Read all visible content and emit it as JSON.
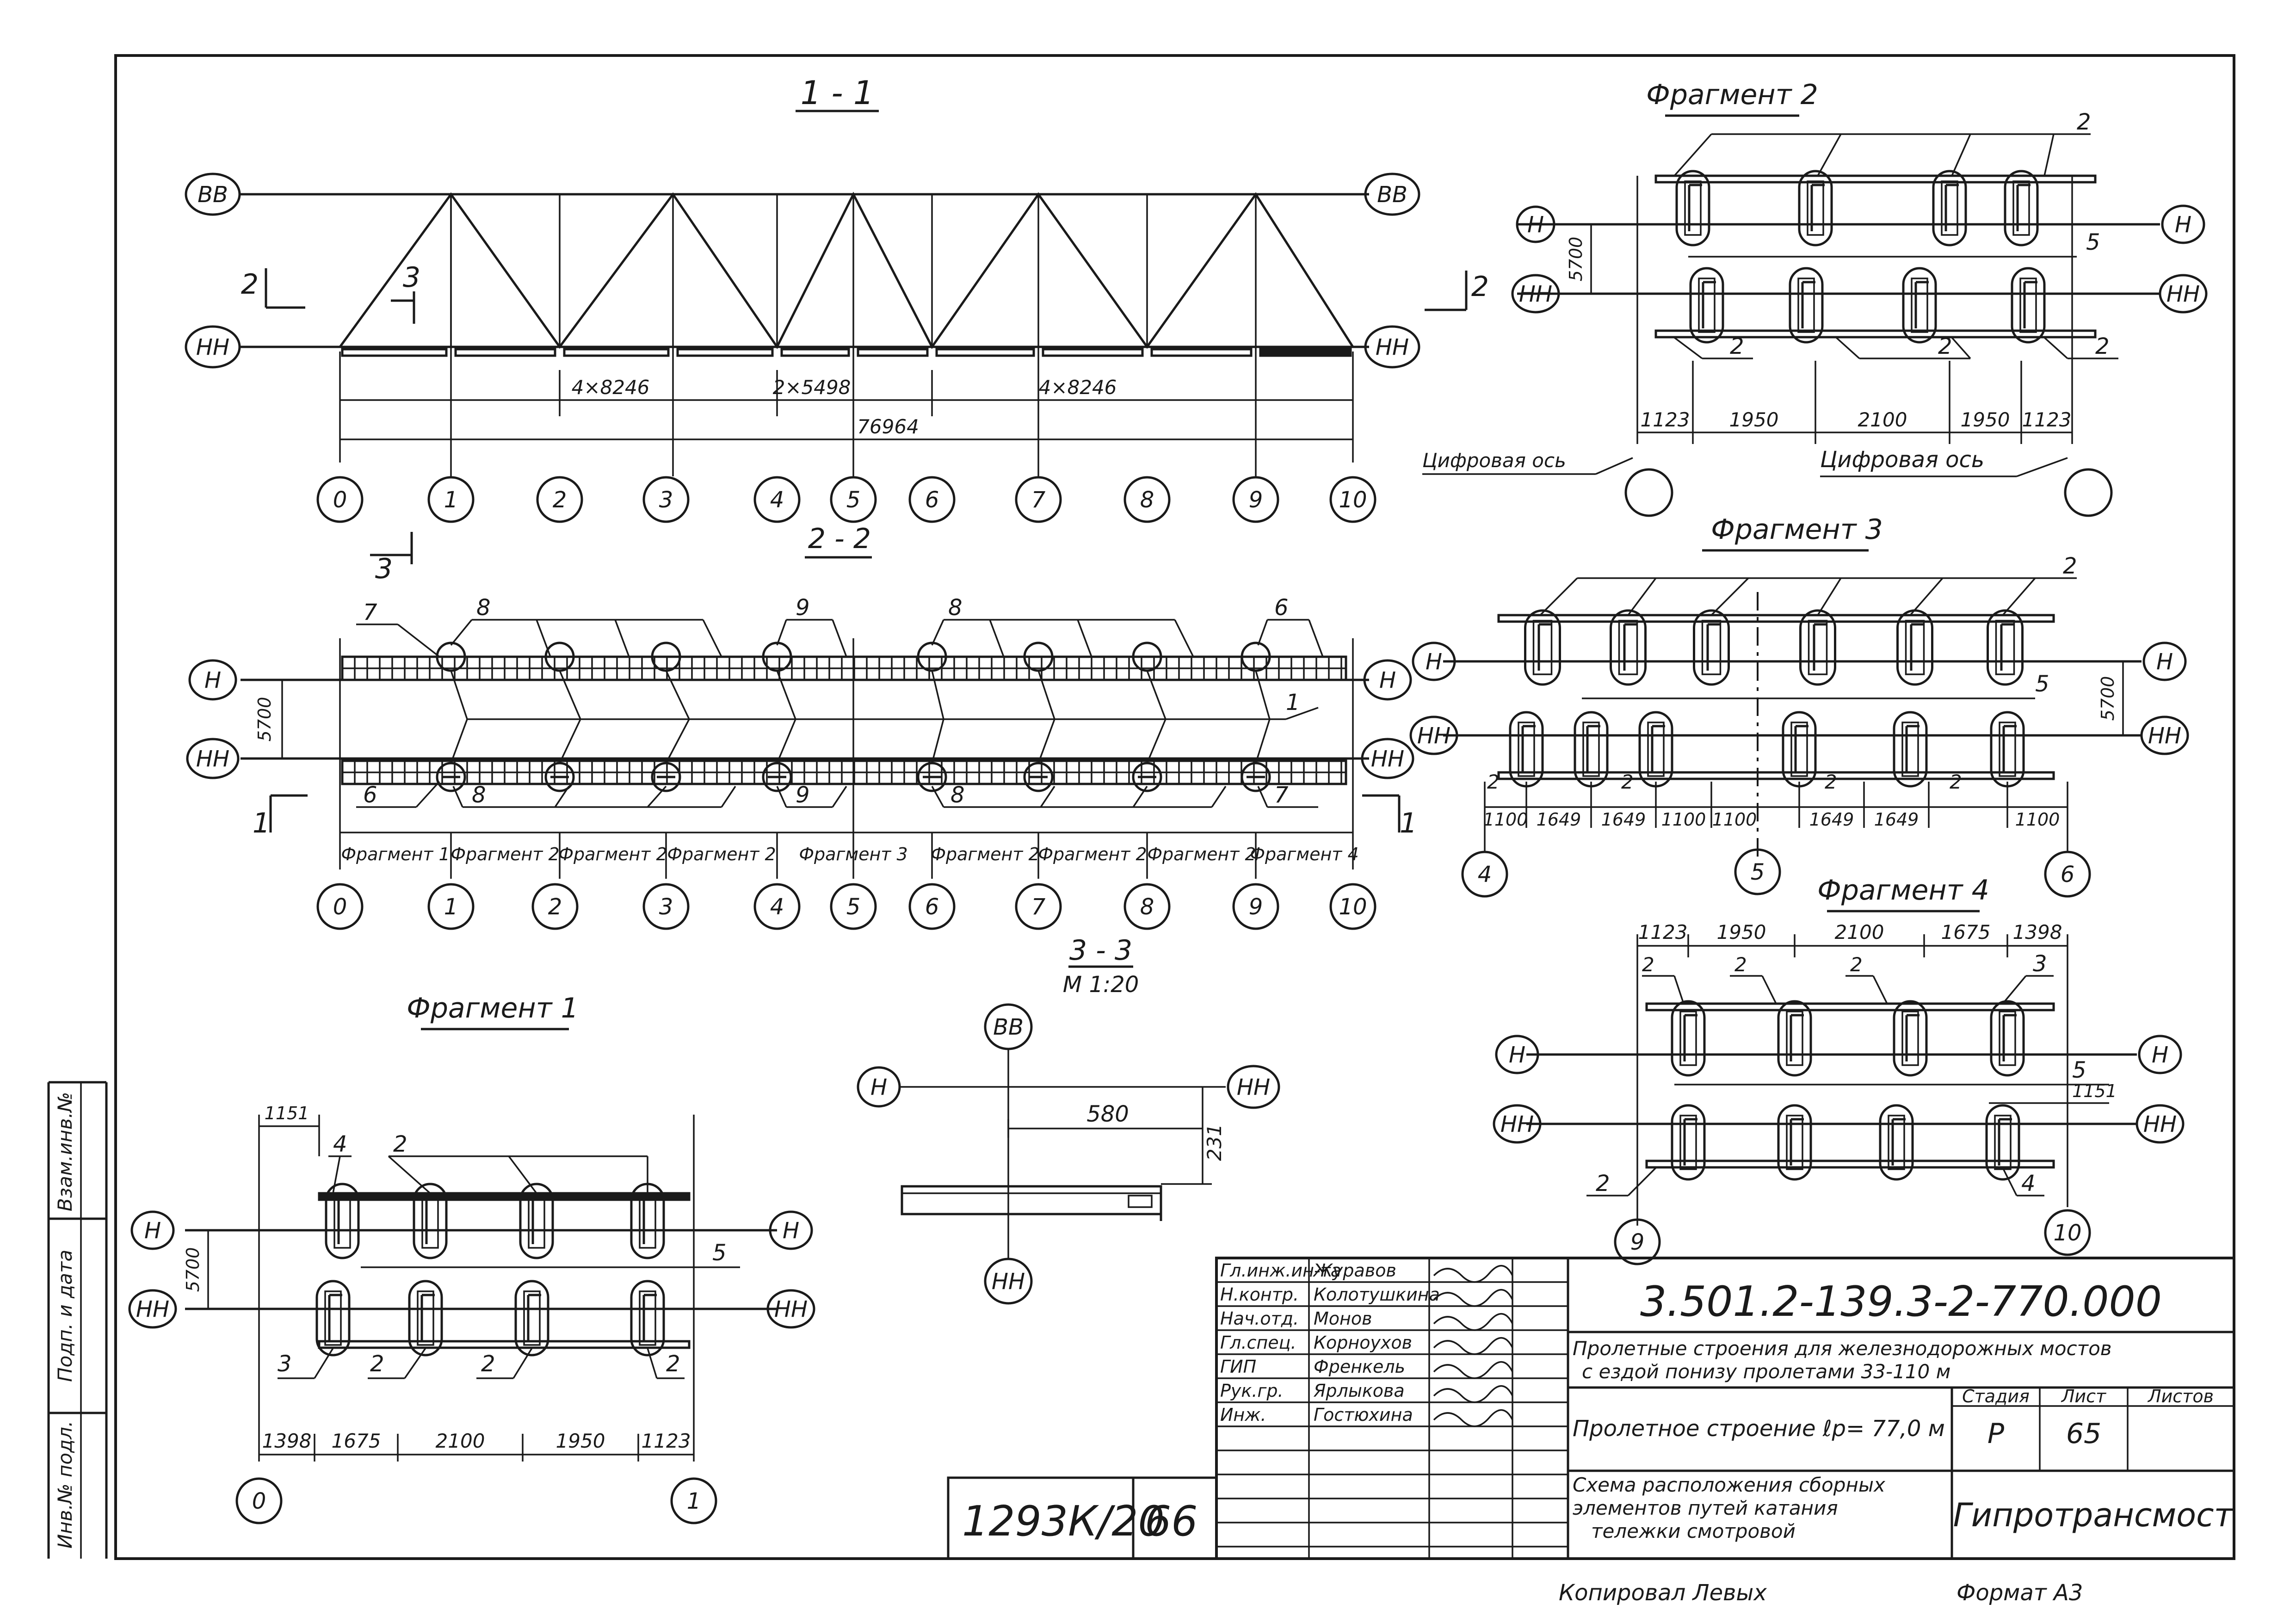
{
  "sections": {
    "s11": "1 - 1",
    "s22": "2 - 2",
    "s33": "3 - 3",
    "s33_scale": "М 1:20",
    "frag1": "Фрагмент 1",
    "frag2": "Фрагмент 2",
    "frag3": "Фрагмент 3",
    "frag4": "Фрагмент 4"
  },
  "axes": {
    "levels": {
      "BB": "ВВ",
      "HH": "НН",
      "H": "Н"
    },
    "numbers": [
      "0",
      "1",
      "2",
      "3",
      "4",
      "5",
      "6",
      "7",
      "8",
      "9",
      "10"
    ],
    "digital_axis": "Цифровая ось"
  },
  "section_marks": {
    "two": "2",
    "three": "3",
    "one": "1"
  },
  "truss": {
    "dim_left": "4×8246",
    "dim_mid": "2×5498",
    "dim_right": "4×8246",
    "dim_total": "76964"
  },
  "plan": {
    "gauge": "5700",
    "callouts_top": [
      "7",
      "8",
      "9",
      "8",
      "6"
    ],
    "callout_1": "1",
    "callouts_bottom": [
      "6",
      "8",
      "9",
      "8",
      "7"
    ],
    "fragments": [
      "Фрагмент 1",
      "Фрагмент 2",
      "Фрагмент 2",
      "Фрагмент 2",
      "Фрагмент 3",
      "Фрагмент 2",
      "Фрагмент 2",
      "Фрагмент 2",
      "Фрагмент 4"
    ]
  },
  "fragment2": {
    "gauge": "5700",
    "callout_2": "2",
    "callout_5": "5",
    "dims": [
      "1123",
      "1950",
      "2100",
      "1950",
      "1123"
    ]
  },
  "fragment3": {
    "gauge": "5700",
    "callout_2": "2",
    "callout_5": "5",
    "dims": [
      "1100",
      "1649",
      "1649",
      "1100",
      "1100",
      "1649",
      "1649",
      "1100"
    ],
    "axes": [
      "4",
      "5",
      "6"
    ]
  },
  "fragment4": {
    "dims_top": [
      "1123",
      "1950",
      "2100",
      "1675",
      "1398"
    ],
    "callout_2": "2",
    "callout_3": "3",
    "callout_4": "4",
    "callout_5": "5",
    "dim_1151": "1151",
    "axes": [
      "9",
      "10"
    ]
  },
  "fragment1": {
    "gauge": "5700",
    "dim_1151": "1151",
    "callout_2": "2",
    "callout_3": "3",
    "callout_4": "4",
    "callout_5": "5",
    "dims": [
      "1398",
      "1675",
      "2100",
      "1950",
      "1123"
    ],
    "axes": [
      "0",
      "1"
    ]
  },
  "section33": {
    "dim_580": "580",
    "dim_231": "231"
  },
  "side_stamp": {
    "col1": "Взам.инв.№",
    "col2": "Подп. и дата",
    "col3": "Инв.№ подл."
  },
  "stamp": {
    "doc_code": "3.501.2-139.3-2-770.000",
    "roles": [
      "Гл.инж.ин-та",
      "Н.контр.",
      "Нач.отд.",
      "Гл.спец.",
      "ГИП",
      "Рук.гр.",
      "Инж."
    ],
    "names": [
      "Журавов",
      "Колотушкина",
      "Монов",
      "Корноухов",
      "Френкель",
      "Ярлыкова",
      "Гостюхина"
    ],
    "title_line1": "Пролетные строения для железнодорожных мостов",
    "title_line2": "с ездой понизу пролетами 33-110 м",
    "object": "Пролетное строение ℓр= 77,0 м",
    "stage_label": "Стадия",
    "sheet_label": "Лист",
    "sheets_label": "Листов",
    "stage": "Р",
    "sheet": "65",
    "sheets": "",
    "drawing_line1": "Схема расположения сборных",
    "drawing_line2": "элементов путей катания",
    "drawing_line3": "тележки смотровой",
    "organization": "Гипротрансмост",
    "archive_no": "1293К/20",
    "archive_sheet": "66"
  },
  "footer": {
    "copied": "Копировал Левых",
    "format": "Формат А3"
  }
}
